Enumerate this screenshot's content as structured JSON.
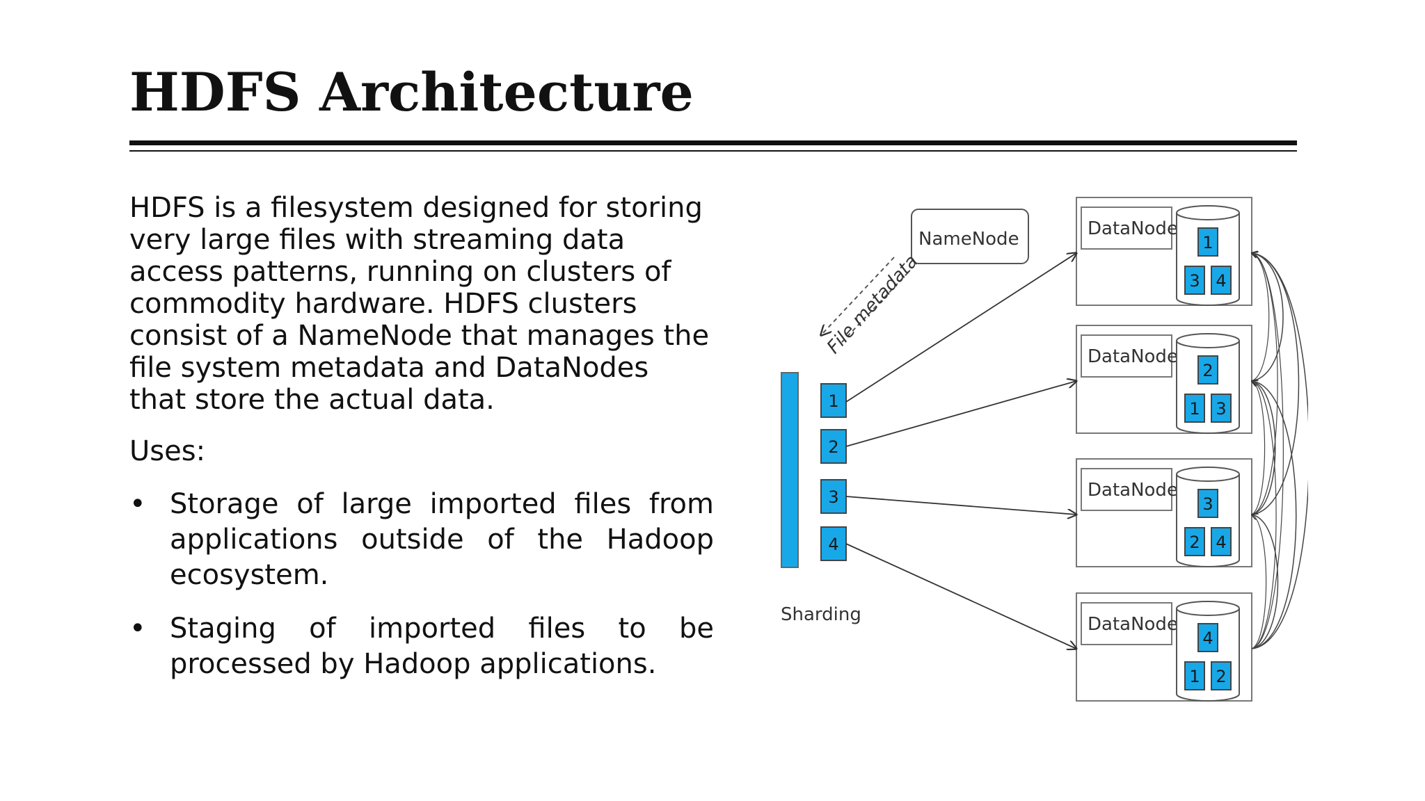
{
  "slide": {
    "title": "HDFS Architecture",
    "intro": "HDFS is a filesystem designed for storing very large files with streaming data access patterns, running on clusters of commodity hardware.  HDFS clusters consist of a NameNode that manages the file system metadata and DataNodes that store the actual data.",
    "uses_label": "Uses:",
    "uses": [
      "Storage of large imported files from applications outside of the Hadoop ecosystem.",
      "Staging of imported files to be processed by Hadoop applications."
    ],
    "bullet_glyph": "•"
  },
  "diagram": {
    "namenode_label": "NameNode",
    "metadata_label": "File metadata",
    "sharding_label": "Sharding",
    "block_color": "#18a8e8",
    "shards": [
      "1",
      "2",
      "3",
      "4"
    ],
    "datanode_label": "DataNode",
    "datanodes": [
      {
        "top": "1",
        "bottom": [
          "3",
          "4"
        ]
      },
      {
        "top": "2",
        "bottom": [
          "1",
          "3"
        ]
      },
      {
        "top": "3",
        "bottom": [
          "2",
          "4"
        ]
      },
      {
        "top": "4",
        "bottom": [
          "1",
          "2"
        ]
      }
    ]
  }
}
